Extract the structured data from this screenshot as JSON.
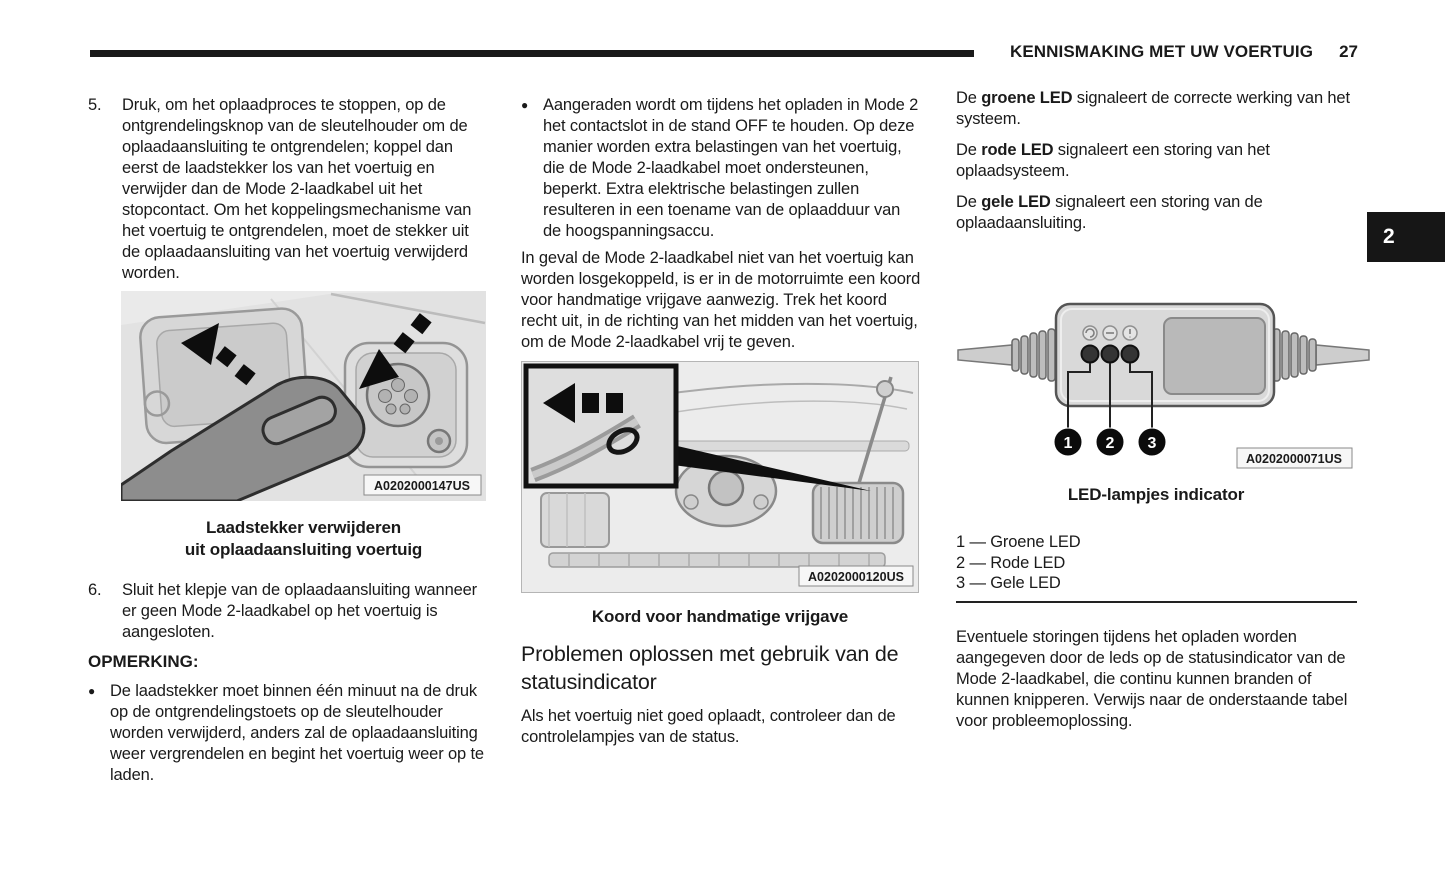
{
  "header": {
    "title": "KENNISMAKING MET UW VOERTUIG",
    "page_number": "27"
  },
  "section_tab": {
    "label": "2"
  },
  "glyphs": {
    "bullet": "●"
  },
  "left_column": {
    "step5_number": "5.",
    "step5_text": "Druk, om het oplaadproces te stoppen, op de ontgrendelingsknop van de sleutelhouder om de oplaadaansluiting te ontgrendelen; koppel dan eerst de laadstekker los van het voertuig en verwijder dan de Mode 2-laadkabel uit het stopcontact. Om het koppelingsmechanisme van het voertuig te ontgrendelen, moet de stekker uit de oplaadaansluiting van het voertuig verwijderd worden.",
    "figure1": {
      "tag": "A0202000147US",
      "caption_line1": "Laadstekker verwijderen",
      "caption_line2": "uit oplaadaansluiting voertuig"
    },
    "step6_number": "6.",
    "step6_text": "Sluit het klepje van de oplaadaansluiting wanneer er geen Mode 2-laadkabel op het voertuig is aangesloten.",
    "note_heading": "OPMERKING:",
    "note_bullet": "De laadstekker moet binnen één minuut na de druk op de ontgrendelingstoets op de sleutelhouder worden verwijderd, anders zal de oplaadaansluiting weer vergrendelen en begint het voertuig weer op te laden."
  },
  "middle_column": {
    "bullet_text": "Aangeraden wordt om tijdens het opladen in Mode 2 het contactslot in de stand OFF te houden. Op deze manier worden extra belastingen van het voertuig, die de Mode 2-laadkabel moet ondersteunen, beperkt. Extra elektrische belastingen zullen resulteren in een toename van de oplaadduur van de hoogspanningsaccu.",
    "paragraph1": "In geval de Mode 2-laadkabel niet van het voertuig kan worden losgekoppeld, is er in de motorruimte een koord voor handmatige vrijgave aanwezig. Trek het koord recht uit, in de richting van het midden van het voertuig, om de Mode 2-laadkabel vrij te geven.",
    "figure2": {
      "tag": "A0202000120US",
      "caption": "Koord voor handmatige vrijgave"
    },
    "section_heading": "Problemen oplossen met gebruik van de statusindicator",
    "paragraph2": "Als het voertuig niet goed oplaadt, controleer dan de controlelampjes van de status."
  },
  "right_column": {
    "led_paragraphs": [
      {
        "prefix": "De ",
        "bold": "groene LED",
        "suffix": " signaleert de correcte werking van het systeem."
      },
      {
        "prefix": "De ",
        "bold": "rode LED",
        "suffix": " signaleert een storing van het oplaadsysteem."
      },
      {
        "prefix": "De ",
        "bold": "gele LED",
        "suffix": " signaleert een storing van de oplaadaansluiting."
      }
    ],
    "figure3": {
      "tag": "A0202000071US",
      "caption": "LED-lampjes indicator",
      "callouts": [
        "1",
        "2",
        "3"
      ]
    },
    "legend": [
      "1 — Groene LED",
      "2 — Rode LED",
      "3 — Gele LED"
    ],
    "bottom_paragraph": "Eventuele storingen tijdens het opladen worden aangegeven door de leds op de statusindicator van de Mode 2-laadkabel, die continu kunnen branden of kunnen knipperen. Verwijs naar de onderstaande tabel voor probleemoplossing."
  },
  "colors": {
    "text": "#1a1a1a",
    "rule": "#1a1a1a",
    "tab_bg": "#161616",
    "tab_text": "#ffffff"
  }
}
